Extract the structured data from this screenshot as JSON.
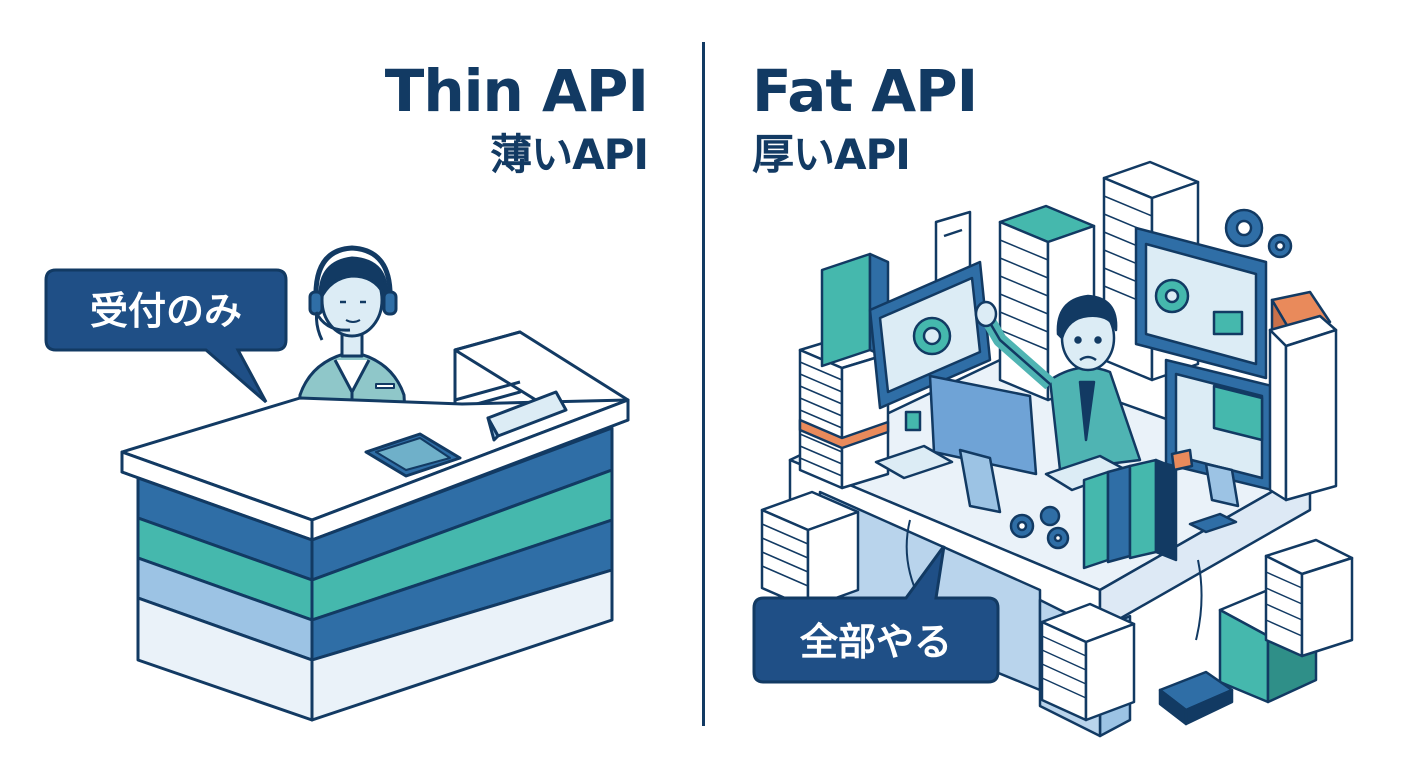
{
  "left": {
    "title_en": "Thin API",
    "title_ja": "薄いAPI",
    "bubble": "受付のみ"
  },
  "right": {
    "title_en": "Fat API",
    "title_ja": "厚いAPI",
    "bubble": "全部やる"
  },
  "colors": {
    "navy": "#123a63",
    "blue": "#2f6ea6",
    "teal": "#45b8ad",
    "light_blue": "#9cc3e4",
    "pale": "#dde9f5",
    "orange": "#e98a5b"
  }
}
